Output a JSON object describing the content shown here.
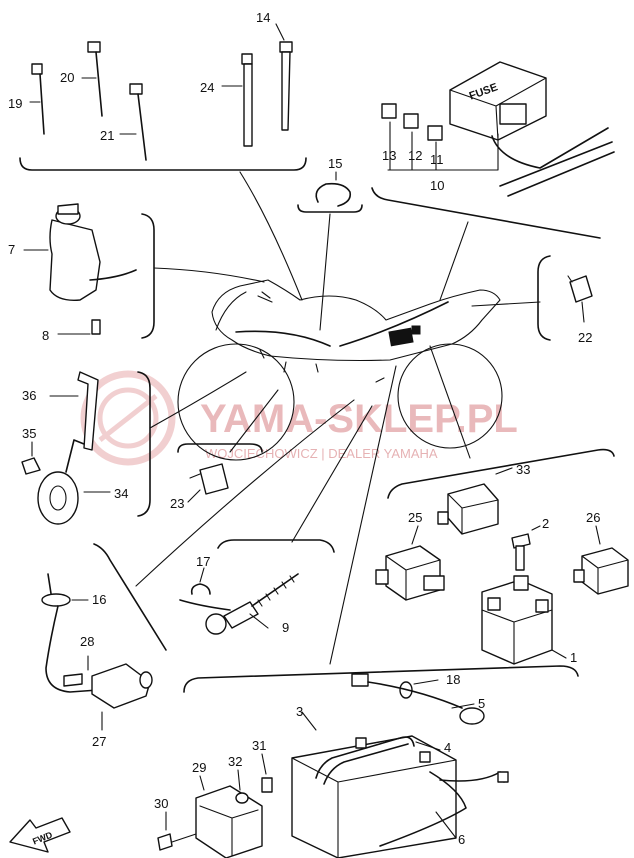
{
  "watermark": {
    "main": "YAMA-SKLEP.PL",
    "sub": "WOJCIECHOWICZ | DEALER YAMAHA"
  },
  "fuse_box_label": "FUSE",
  "fwd_arrow_label": "FWD",
  "callouts": {
    "p1": "1",
    "p2": "2",
    "p3": "3",
    "p4": "4",
    "p5": "5",
    "p6": "6",
    "p7": "7",
    "p8": "8",
    "p9": "9",
    "p10": "10",
    "p11": "11",
    "p12": "12",
    "p13": "13",
    "p14": "14",
    "p15": "15",
    "p16": "16",
    "p17": "17",
    "p18": "18",
    "p19": "19",
    "p20": "20",
    "p21": "21",
    "p22": "22",
    "p23": "23",
    "p24": "24",
    "p25": "25",
    "p26": "26",
    "p27": "27",
    "p28": "28",
    "p29": "29",
    "p30": "30",
    "p31": "31",
    "p32": "32",
    "p33": "33",
    "p34": "34",
    "p35": "35",
    "p36": "36"
  }
}
